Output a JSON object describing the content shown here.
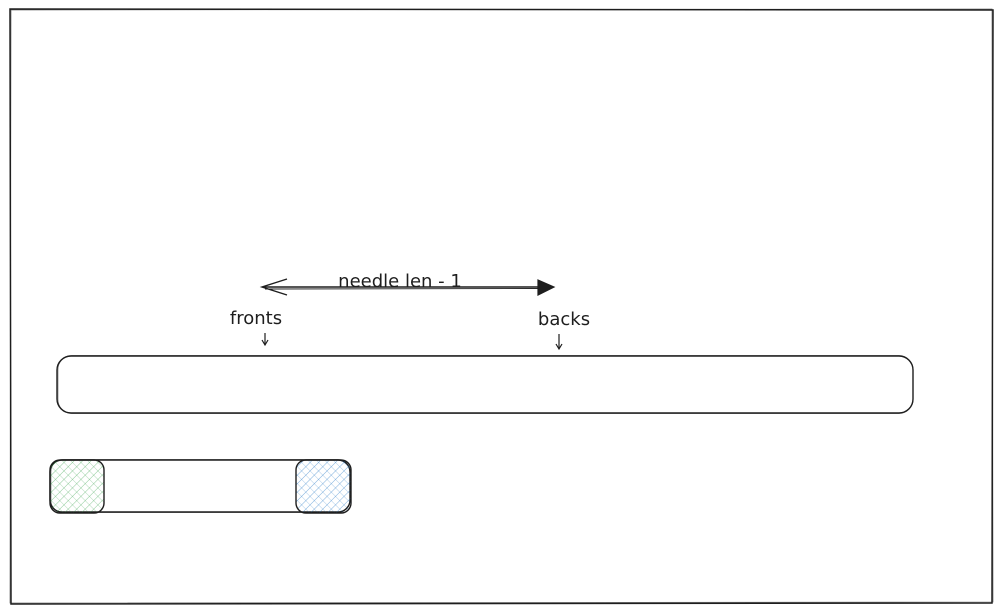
{
  "diagram": {
    "arrow_label": "needle len - 1",
    "fronts_label": "fronts",
    "backs_label": "backs"
  },
  "colors": {
    "stroke": "#1e1e1e",
    "background": "#ffffff",
    "front_fill": "#b2f2bb",
    "front_stroke": "#2f9e44",
    "back_fill": "#a5d8ff",
    "back_stroke": "#1971c2"
  }
}
